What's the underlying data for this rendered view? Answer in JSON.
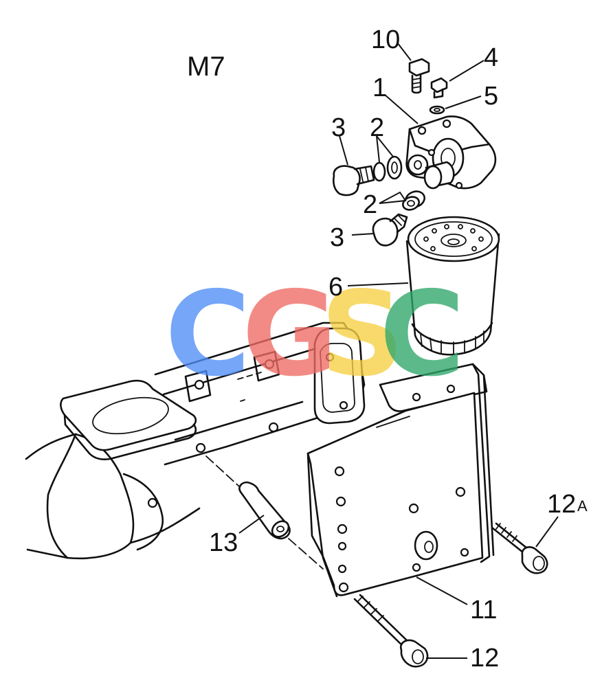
{
  "diagram": {
    "title": "M7",
    "watermark": {
      "letters": [
        "C",
        "G",
        "S",
        "C"
      ],
      "colors": [
        "#4f8ef7",
        "#ef6b63",
        "#f7d044",
        "#2ea66a"
      ]
    },
    "callouts": {
      "c10": "10",
      "c4": "4",
      "c1": "1",
      "c5": "5",
      "c3_top": "3",
      "c2_top": "2",
      "c2_mid": "2",
      "c3_mid": "3",
      "c6": "6",
      "c12a": "12",
      "c12a_suffix": "A",
      "c13": "13",
      "c11": "11",
      "c12": "12"
    }
  }
}
